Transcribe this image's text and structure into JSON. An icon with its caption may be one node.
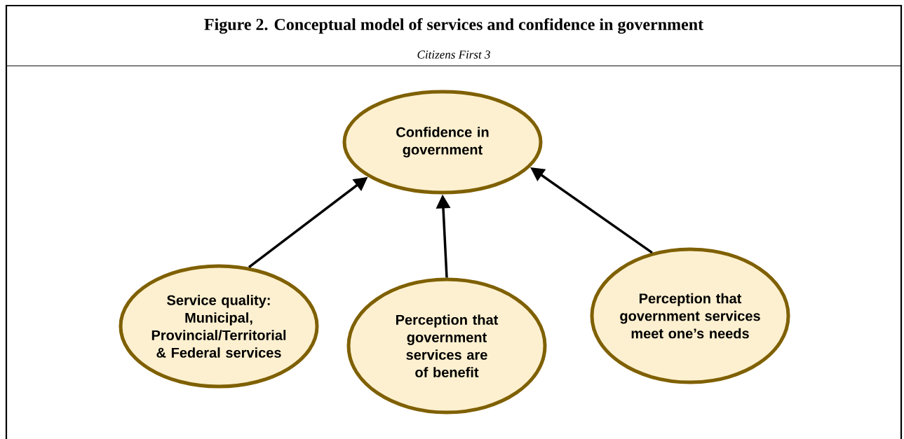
{
  "diagram": {
    "title": "Figure 2. Conceptual model of services and confidence in government",
    "caption": "Citizens First 3",
    "nodes": [
      {
        "text": [
          "Confidence in government"
        ]
      },
      {
        "text": [
          "Service quality: Municipal, Provincial/Territorial & Federal services"
        ]
      },
      {
        "text": [
          "Perception that government services are of benefit"
        ]
      },
      {
        "text": [
          "Perception that government services meet one’s needs"
        ]
      }
    ],
    "edges": [
      {
        "from": 1,
        "to": 0,
        "arrow": "to"
      },
      {
        "from": 2,
        "to": 0,
        "arrow": "to"
      },
      {
        "from": 3,
        "to": 0,
        "arrow": "to"
      }
    ]
  }
}
